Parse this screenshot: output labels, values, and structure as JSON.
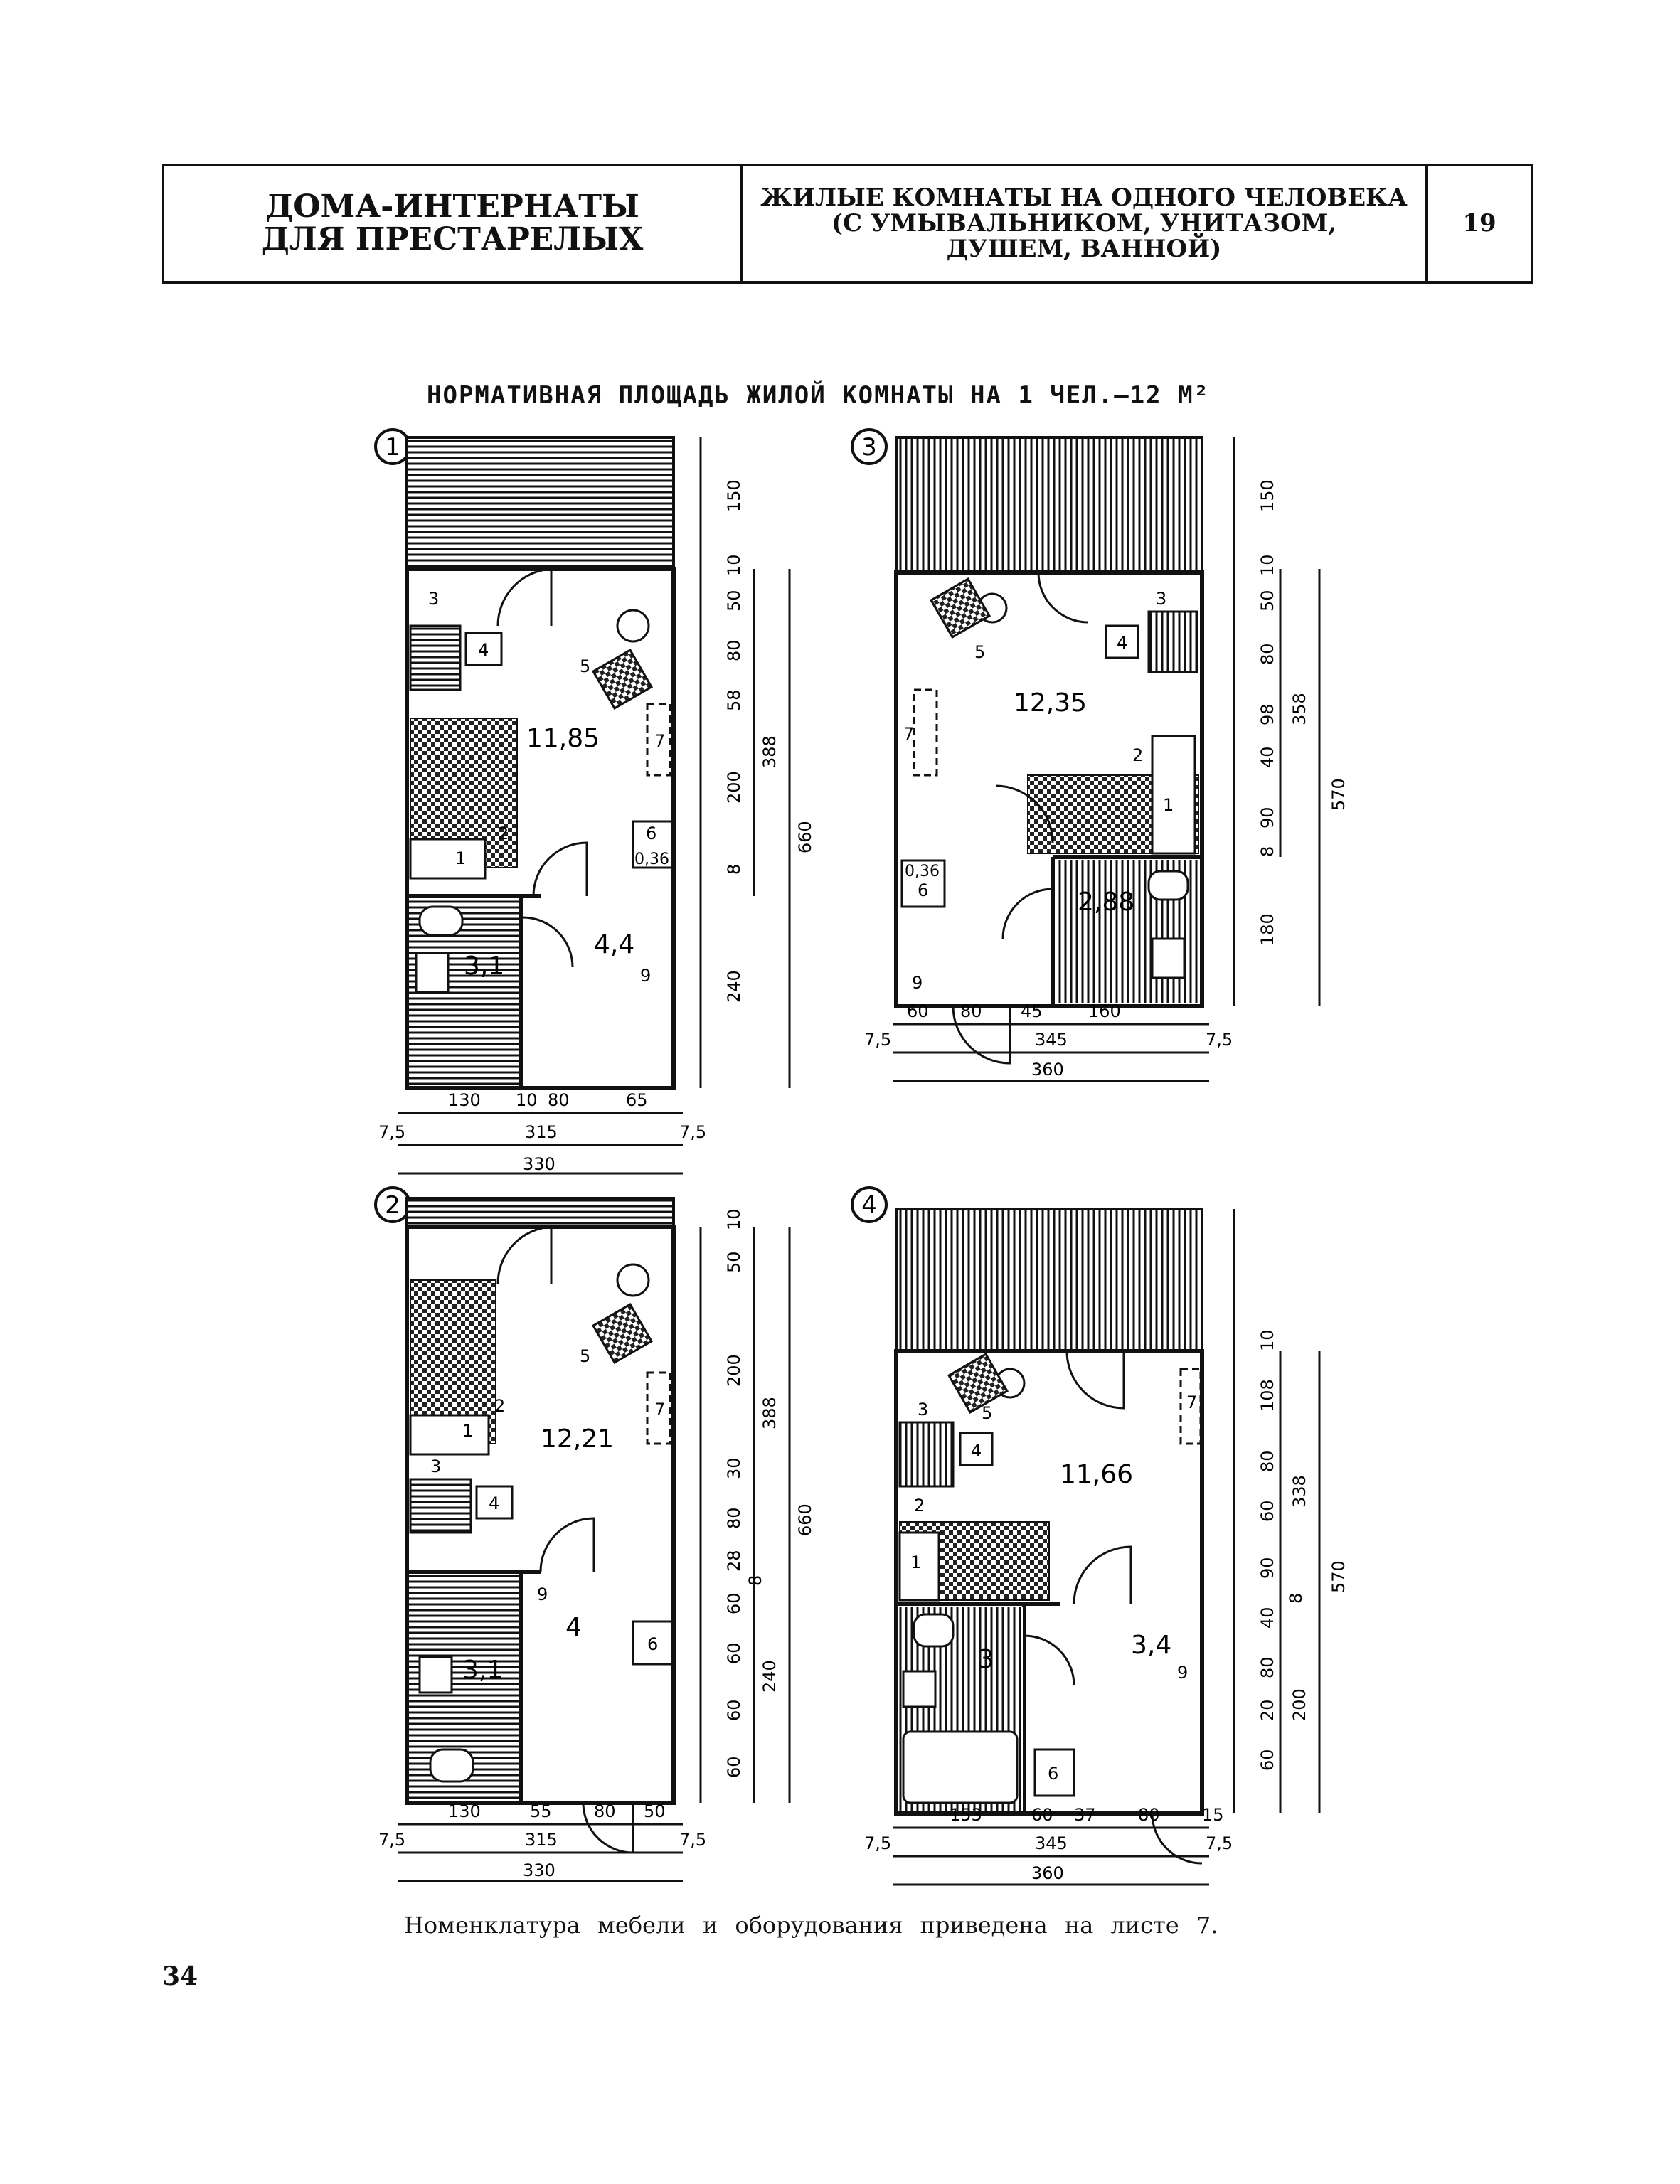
{
  "header": {
    "left_line1": "ДОМА-ИНТЕРНАТЫ",
    "left_line2": "ДЛЯ ПРЕСТАРЕЛЫХ",
    "middle_line1": "ЖИЛЫЕ КОМНАТЫ НА ОДНОГО ЧЕЛОВЕКА",
    "middle_line2": "(С УМЫВАЛЬНИКОМ, УНИТАЗОМ,",
    "middle_line3": "ДУШЕМ, ВАННОЙ)",
    "sheet_number": "19"
  },
  "subtitle": "НОРМАТИВНАЯ ПЛОЩАДЬ ЖИЛОЙ КОМНАТЫ НА 1 ЧЕЛ.–12 М²",
  "plans": [
    {
      "number": "1",
      "room_area": "11,85",
      "hall_area": "4,4",
      "bath_area": "3,1",
      "closet_area": "0,36",
      "furniture": [
        "1",
        "2",
        "3",
        "4",
        "5",
        "6",
        "7",
        "9"
      ],
      "dims_right_outer": [
        "150",
        "10",
        "50",
        "80",
        "58",
        "200",
        "8",
        "240"
      ],
      "dims_right_mid": [
        "388"
      ],
      "dims_right_total": "660",
      "dims_bottom_row1": [
        "130",
        "10",
        "80",
        "65"
      ],
      "dims_bottom_row2": [
        "7,5",
        "315",
        "7,5"
      ],
      "dims_bottom_total": "330"
    },
    {
      "number": "3",
      "room_area": "12,35",
      "bath_area": "2,88",
      "closet_area": "0,36",
      "furniture": [
        "1",
        "2",
        "3",
        "4",
        "5",
        "6",
        "7",
        "9"
      ],
      "dims_right_outer": [
        "150",
        "10",
        "50",
        "80",
        "98",
        "40",
        "90",
        "8",
        "180"
      ],
      "dims_right_mid": [
        "358"
      ],
      "dims_right_total": "570",
      "dims_bottom_row1": [
        "60",
        "80",
        "45",
        "160"
      ],
      "dims_bottom_row2": [
        "7,5",
        "345",
        "7,5"
      ],
      "dims_bottom_total": "360"
    },
    {
      "number": "2",
      "room_area": "12,21",
      "hall_area": "4",
      "bath_area": "3,1",
      "furniture": [
        "1",
        "2",
        "3",
        "4",
        "5",
        "6",
        "7",
        "9"
      ],
      "dims_right_outer": [
        "10",
        "50",
        "200",
        "30",
        "80",
        "28",
        "8",
        "60",
        "60",
        "60",
        "60"
      ],
      "dims_right_mid": [
        "388",
        "240"
      ],
      "dims_right_total": "660",
      "dims_bottom_row1": [
        "130",
        "55",
        "80",
        "50"
      ],
      "dims_bottom_row2": [
        "7,5",
        "315",
        "7,5"
      ],
      "dims_bottom_total": "330"
    },
    {
      "number": "4",
      "room_area": "11,66",
      "hall_area": "3,4",
      "bath_area": "3",
      "furniture": [
        "1",
        "2",
        "3",
        "4",
        "5",
        "6",
        "7",
        "9"
      ],
      "dims_right_outer": [
        "10",
        "108",
        "80",
        "60",
        "90",
        "8",
        "40",
        "80",
        "20",
        "60"
      ],
      "dims_right_mid": [
        "338",
        "200"
      ],
      "dims_right_total": "570",
      "dims_bottom_row1": [
        "153",
        "60",
        "37",
        "80",
        "15"
      ],
      "dims_bottom_row2": [
        "7,5",
        "345",
        "7,5"
      ],
      "dims_bottom_total": "360"
    }
  ],
  "caption": "Номенклатура мебели и оборудования приведена на листе 7.",
  "page_number": "34"
}
